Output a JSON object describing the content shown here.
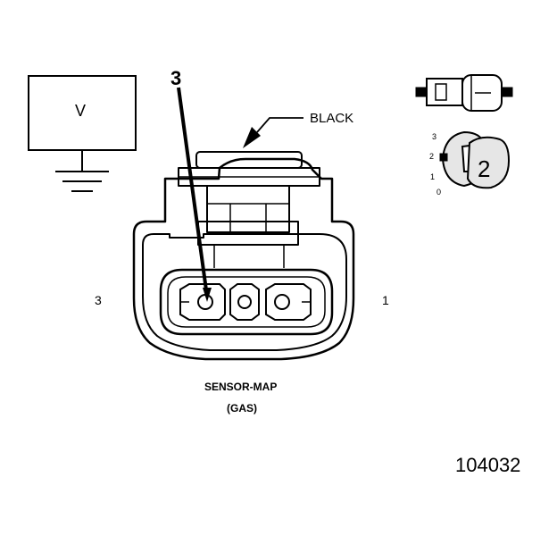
{
  "meter": {
    "label": "V"
  },
  "callout": {
    "pin_number": "3"
  },
  "connector": {
    "wire_color": "BLACK",
    "pin_left": "3",
    "pin_right": "1",
    "name_line1": "SENSOR-MAP",
    "name_line2": "(GAS)"
  },
  "test_tool": {
    "scale": [
      "3",
      "2",
      "1",
      "0"
    ],
    "position": "2"
  },
  "figure_id": "104032",
  "colors": {
    "ink": "#000000",
    "paper": "#ffffff",
    "tool_fill": "#e6e6e6"
  }
}
